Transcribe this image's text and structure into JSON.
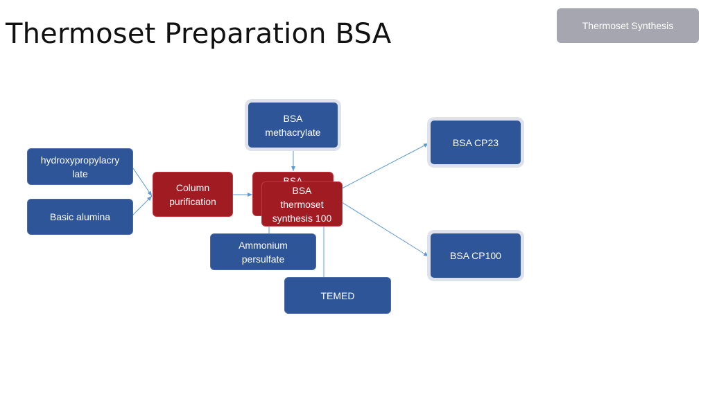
{
  "header": {
    "title": "Thermoset Preparation BSA",
    "tag": "Thermoset Synthesis"
  },
  "nodes": {
    "bsa_methacrylate": "BSA\nmethacrylate",
    "hydroxypropylacrylate": "hydroxypropylacry\nlate",
    "basic_alumina": "Basic alumina",
    "column_purification": "Column\npurification",
    "bsa_back": "BSA",
    "bsa_thermoset_synthesis_100": "BSA\nthermoset\nsynthesis 100",
    "ammonium_persulfate": "Ammonium\npersulfate",
    "temed": "TEMED",
    "bsa_cp23": "BSA CP23",
    "bsa_cp100": "BSA CP100"
  },
  "colors": {
    "node_blue": "#2e5597",
    "node_red": "#a11c22",
    "connector": "#5b9bd5",
    "tag_gray": "#a6a6b0"
  }
}
